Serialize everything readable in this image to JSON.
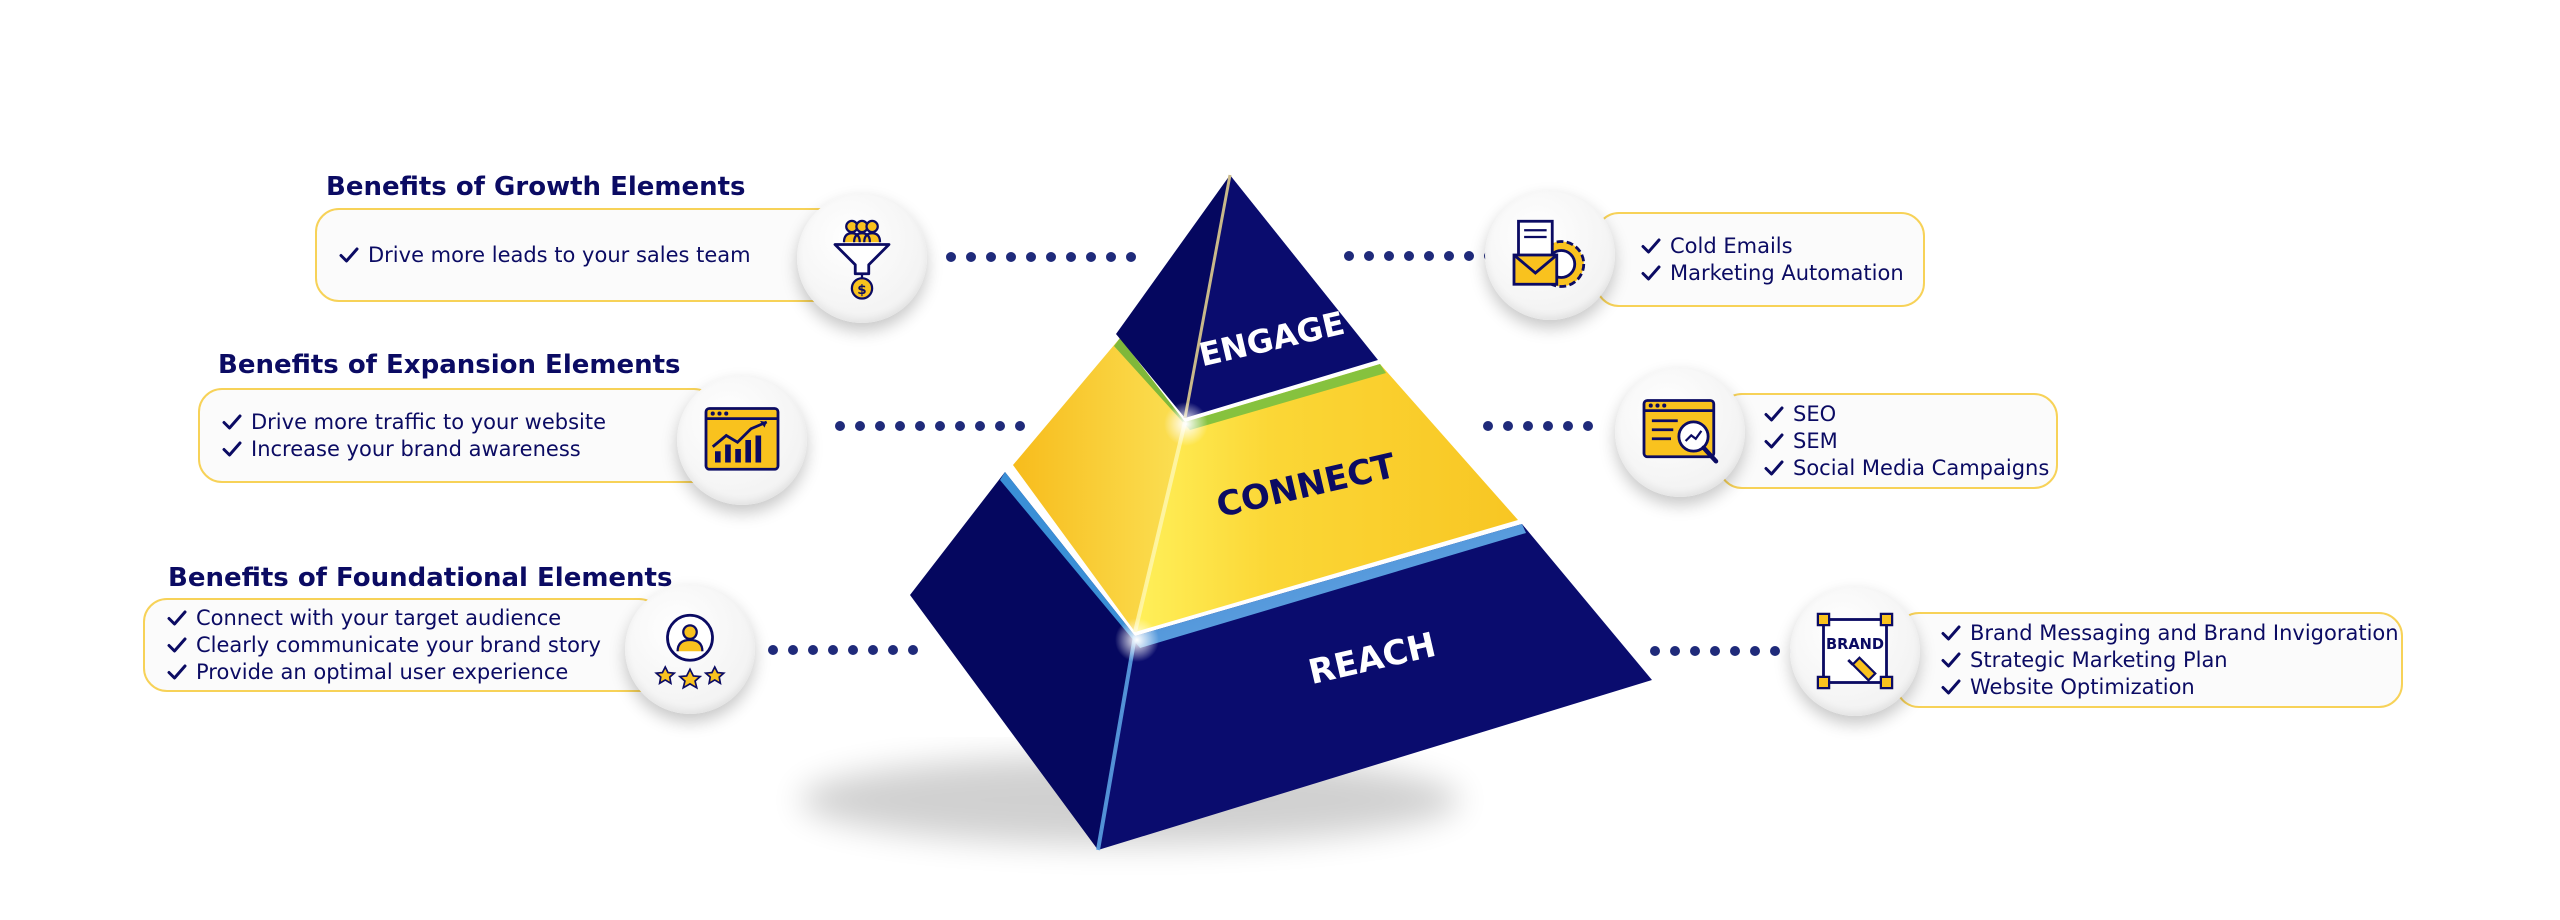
{
  "colors": {
    "navy": "#0b0b63",
    "yellow": "#f9c21e",
    "border": "#f7d258"
  },
  "left_panels": [
    {
      "heading": "Benefits of Growth Elements",
      "icon": "sales-funnel-icon",
      "items": [
        "Drive more leads to your sales team"
      ]
    },
    {
      "heading": "Benefits of Expansion Elements",
      "icon": "growth-chart-icon",
      "items": [
        "Drive more traffic to your website",
        "Increase your brand awareness"
      ]
    },
    {
      "heading": "Benefits of Foundational Elements",
      "icon": "user-rating-icon",
      "items": [
        "Connect with your target audience",
        "Clearly communicate your brand story",
        "Provide an optimal user experience"
      ]
    }
  ],
  "right_panels": [
    {
      "icon": "email-automation-icon",
      "items": [
        "Cold Emails",
        "Marketing Automation"
      ]
    },
    {
      "icon": "seo-analytics-icon",
      "items": [
        "SEO",
        "SEM",
        "Social Media Campaigns"
      ]
    },
    {
      "icon": "brand-design-icon",
      "icon_text": "BRAND",
      "items": [
        "Brand Messaging and Brand Invigoration",
        "Strategic Marketing Plan",
        "Website Optimization"
      ]
    }
  ],
  "pyramid": {
    "tiers": [
      {
        "label": "ENGAGE"
      },
      {
        "label": "CONNECT"
      },
      {
        "label": "REACH"
      }
    ]
  }
}
